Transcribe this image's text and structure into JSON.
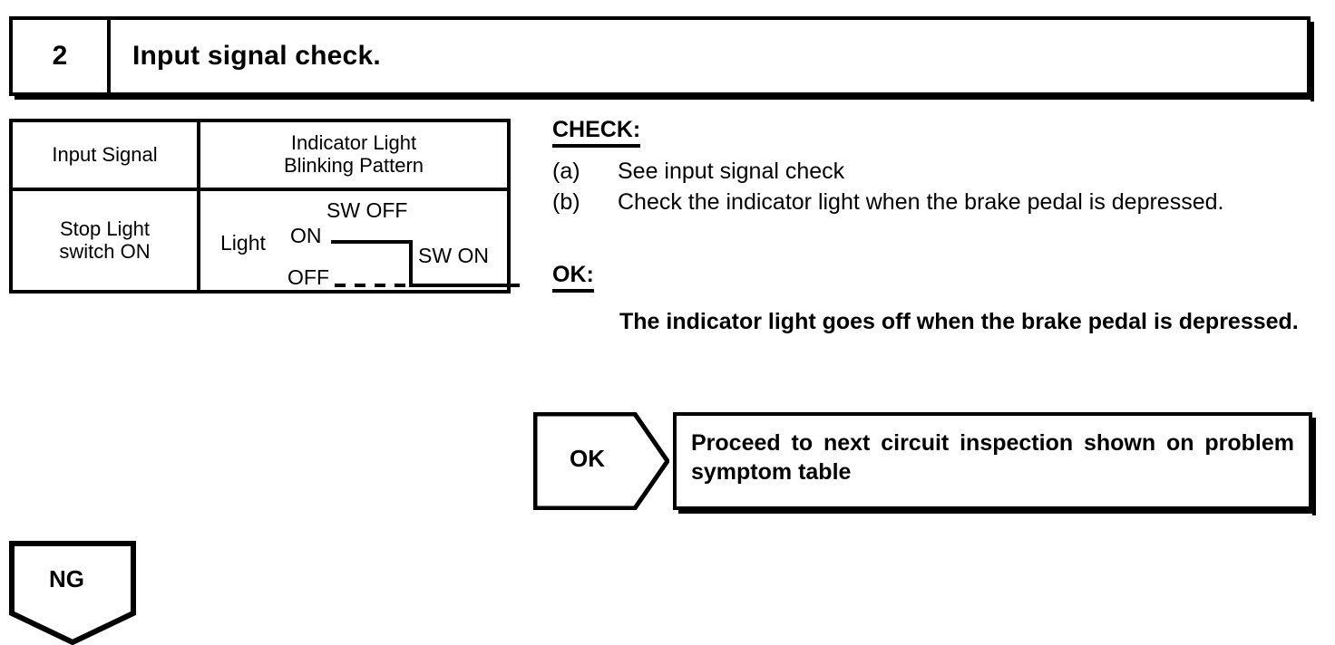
{
  "step": {
    "number": "2",
    "title": "Input signal check."
  },
  "signal_table": {
    "headers": {
      "input_signal": "Input Signal",
      "indicator_pattern_line1": "Indicator Light",
      "indicator_pattern_line2": "Blinking Pattern"
    },
    "row": {
      "input_signal_line1": "Stop Light",
      "input_signal_line2": "switch ON"
    },
    "waveform": {
      "signal_label": "Light",
      "high_level_label": "ON",
      "low_level_label": "OFF",
      "annotation_high": "SW OFF",
      "annotation_low": "SW ON"
    }
  },
  "check": {
    "heading": "CHECK:",
    "items": [
      {
        "marker": "(a)",
        "text": "See input signal check"
      },
      {
        "marker": "(b)",
        "text": "Check the indicator light when the brake pedal is depressed."
      }
    ]
  },
  "ok": {
    "heading": "OK:",
    "statement": "The indicator light goes off when the brake pedal is depressed."
  },
  "connectors": {
    "ok": {
      "label": "OK",
      "result": "Proceed to next circuit inspection shown on problem symptom table"
    },
    "ng": {
      "label": "NG"
    }
  },
  "colors": {
    "ink": "#000000",
    "paper": "#ffffff"
  }
}
